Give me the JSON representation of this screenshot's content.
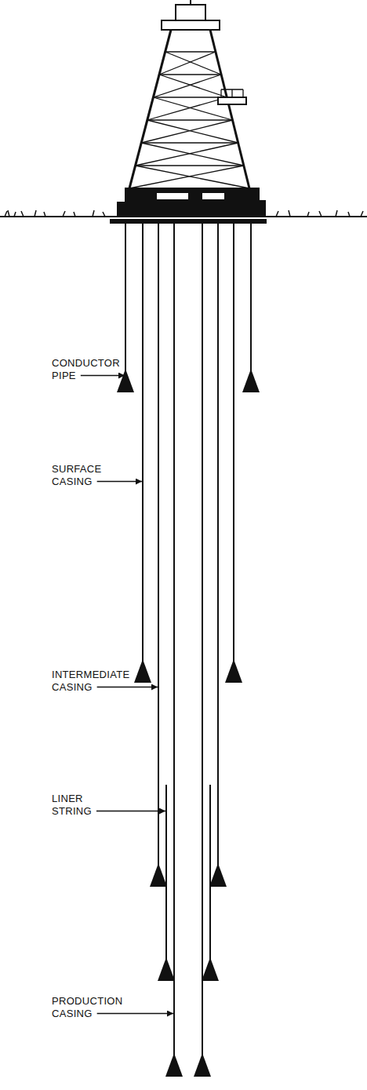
{
  "diagram": {
    "labels": [
      "CONDUCTOR PIPE",
      "SURFACE CASING",
      "INTERMEDIATE CASING",
      "LINER STRING",
      "PRODUCTION CASING"
    ]
  }
}
